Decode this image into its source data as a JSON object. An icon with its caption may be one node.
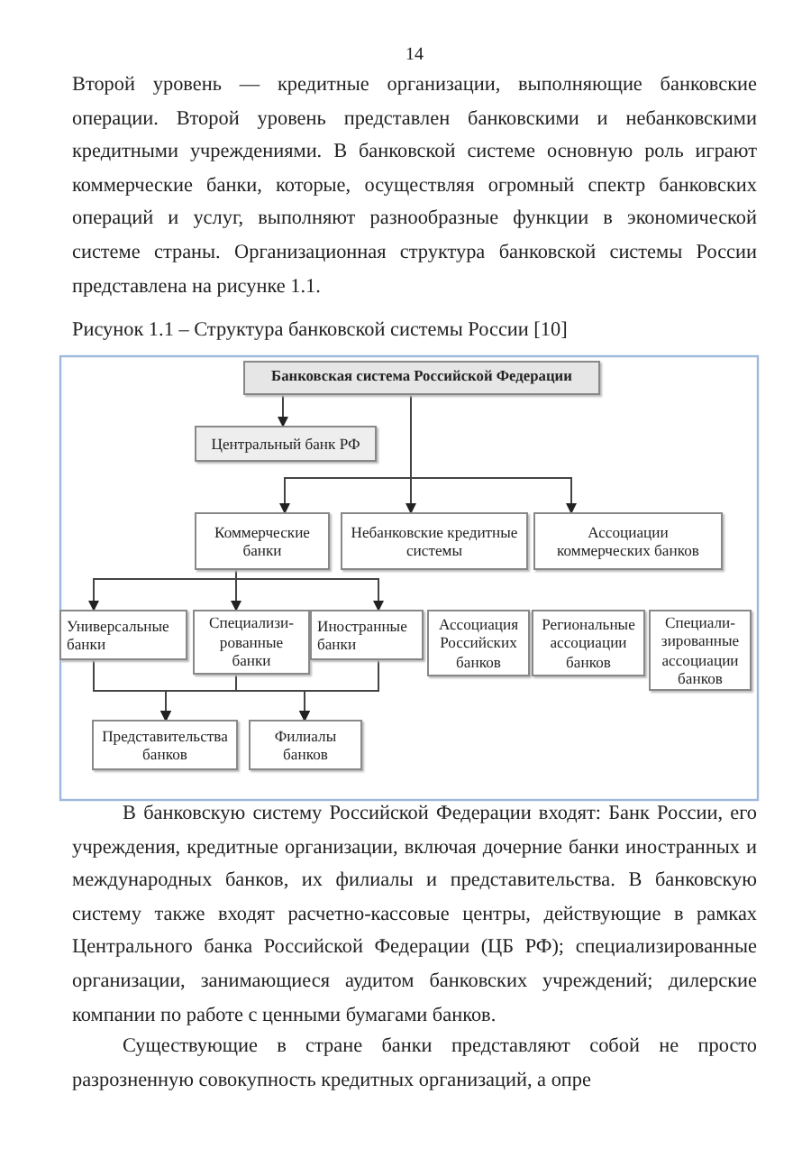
{
  "diagram": {
    "caption": "Рисунок 1.1 – Структура банковской системы России [10]",
    "nodes": [
      {
        "text": [
          "Банковская система Российской Федерации"
        ]
      },
      {
        "text": [
          "Центральный банк РФ"
        ]
      },
      {
        "text": [
          "Коммерческие банки"
        ]
      },
      {
        "text": [
          "Небанковские кредитные системы"
        ]
      },
      {
        "text": [
          "Ассоциации коммерческих банков"
        ]
      },
      {
        "text": [
          "Универсальные банки"
        ]
      },
      {
        "text": [
          "Специализи- рованные банки"
        ]
      },
      {
        "text": [
          "Иностранные банки"
        ]
      },
      {
        "text": [
          "Ассоциация Российских банков"
        ]
      },
      {
        "text": [
          "Региональные ассоциации банков"
        ]
      },
      {
        "text": [
          "Специали- зированные ассоциации банков"
        ]
      },
      {
        "text": [
          "Представительства банков"
        ]
      },
      {
        "text": [
          "Филиалы банков"
        ]
      }
    ],
    "edges": [
      {
        "from": 0,
        "to": 1,
        "arrow": "to"
      },
      {
        "from": 0,
        "to": 2,
        "arrow": "to"
      },
      {
        "from": 0,
        "to": 3,
        "arrow": "to"
      },
      {
        "from": 0,
        "to": 4,
        "arrow": "to"
      },
      {
        "from": 2,
        "to": 5,
        "arrow": "to"
      },
      {
        "from": 2,
        "to": 6,
        "arrow": "to"
      },
      {
        "from": 2,
        "to": 7,
        "arrow": "to"
      },
      {
        "from": 5,
        "to": 11,
        "arrow": "to"
      },
      {
        "from": 6,
        "to": 11,
        "arrow": "to"
      },
      {
        "from": 7,
        "to": 11,
        "arrow": "to"
      },
      {
        "from": 5,
        "to": 12,
        "arrow": "to"
      },
      {
        "from": 6,
        "to": 12,
        "arrow": "to"
      },
      {
        "from": 7,
        "to": 12,
        "arrow": "to"
      }
    ],
    "labels": [
      "14",
      "Второй уровень — кредитные организации, выполняющие банковские операции. Второй уровень представлен банковскими и небанковскими кредитными учреждениями. В банковской системе основную роль играют коммерческие банки, которые, осуществляя огромный спектр банковских операций и услуг, выполняют разнообразные функции в экономической системе страны. Организационная структура банковской системы России представлена на рисунке 1.1.",
      "В банковскую систему Российской Федерации входят: Банк России, его учреждения, кредитные организации, включая дочерние банки иностранных и международных банков, их филиалы и представительства. В банковскую систему также входят расчетно-кассовые центры, действующие в рамках Центрального банка Российской Федерации (ЦБ РФ); специализированные организации, занимающиеся аудитом банковских учреждений; дилерские компании по работе с ценными бумагами банков.",
      "Существующие в стране банки представляют собой не просто разрозненную совокупность кредитных организаций, а опре"
    ]
  }
}
